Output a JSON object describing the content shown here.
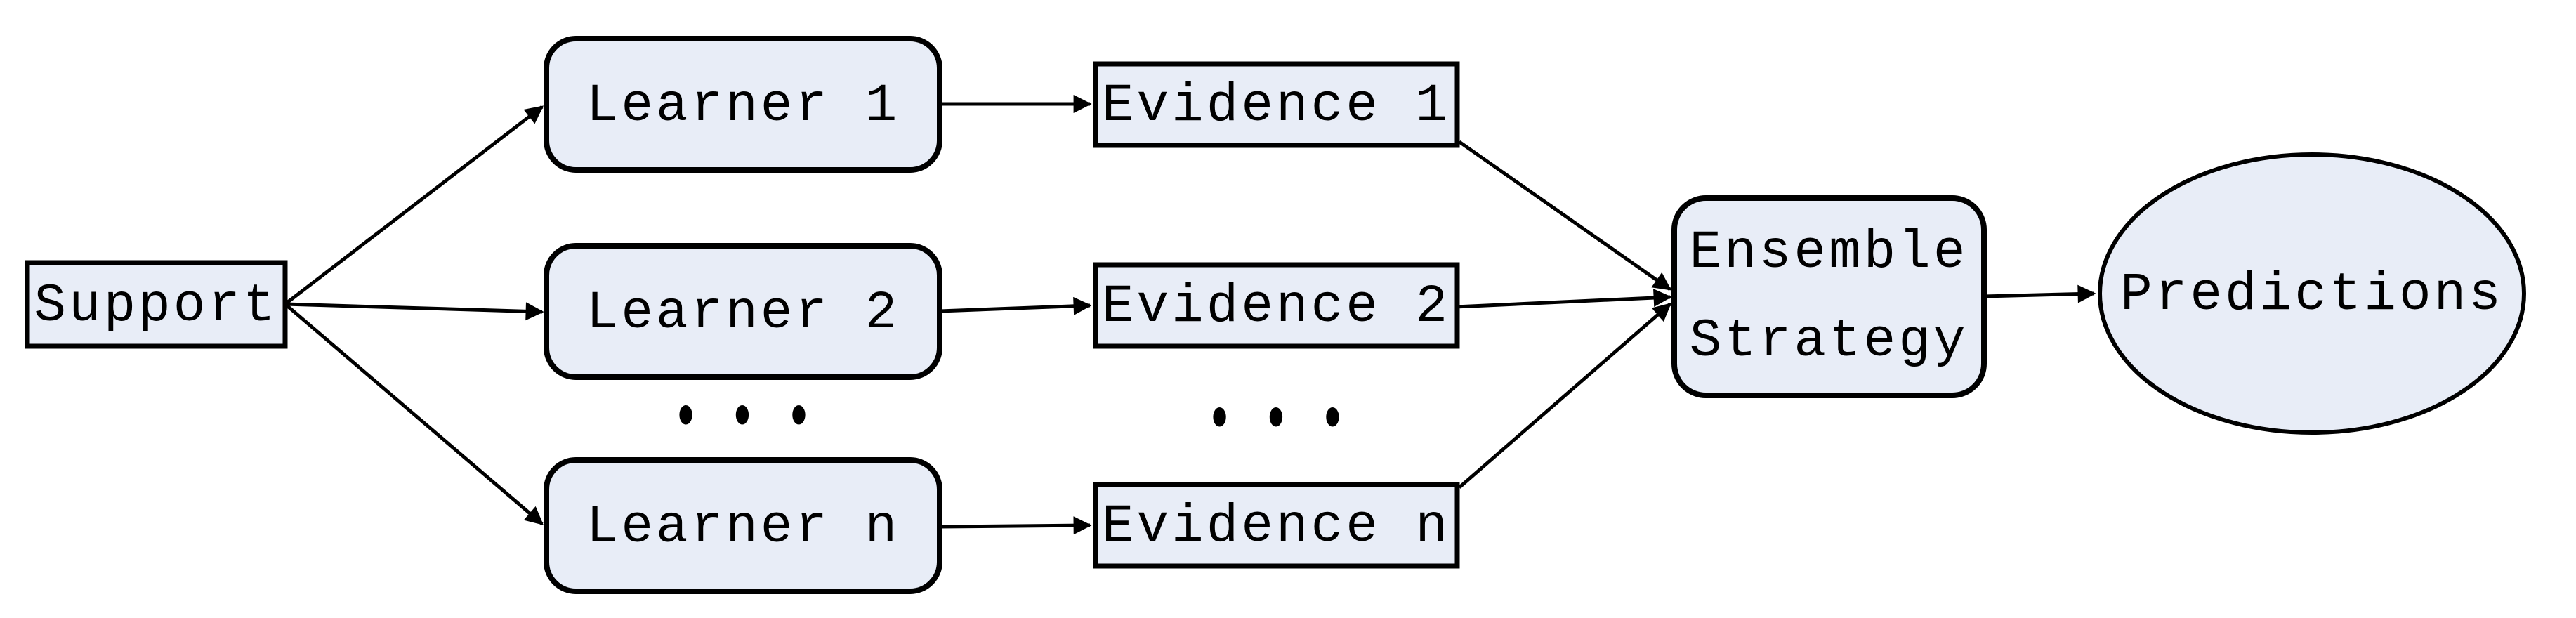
{
  "colors": {
    "node_fill": "#E8EDF7",
    "node_border": "#000000",
    "edge_color": "#000000",
    "background": "#FFFFFF"
  },
  "nodes": {
    "support": {
      "label": "Support"
    },
    "learners": [
      {
        "label": "Learner 1"
      },
      {
        "label": "Learner 2"
      },
      {
        "label": "Learner n"
      }
    ],
    "learner_ellipsis": "•••",
    "evidences": [
      {
        "label": "Evidence 1"
      },
      {
        "label": "Evidence 2"
      },
      {
        "label": "Evidence n"
      }
    ],
    "evidence_ellipsis": "•••",
    "ensemble": {
      "lines": [
        "Ensemble",
        "Strategy"
      ]
    },
    "predictions": {
      "label": "Predictions"
    }
  },
  "edges": [
    {
      "from": "Support",
      "to": "Learner 1"
    },
    {
      "from": "Support",
      "to": "Learner 2"
    },
    {
      "from": "Support",
      "to": "Learner n"
    },
    {
      "from": "Learner 1",
      "to": "Evidence 1"
    },
    {
      "from": "Learner 2",
      "to": "Evidence 2"
    },
    {
      "from": "Learner n",
      "to": "Evidence n"
    },
    {
      "from": "Evidence 1",
      "to": "Ensemble Strategy"
    },
    {
      "from": "Evidence 2",
      "to": "Ensemble Strategy"
    },
    {
      "from": "Evidence n",
      "to": "Ensemble Strategy"
    },
    {
      "from": "Ensemble Strategy",
      "to": "Predictions"
    }
  ]
}
